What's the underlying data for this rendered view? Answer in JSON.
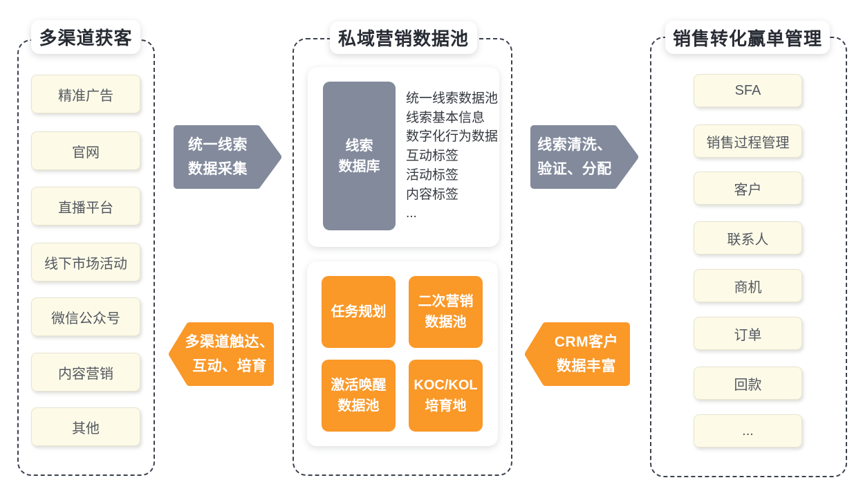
{
  "colors": {
    "background": "#ffffff",
    "dashed_border": "#3A404C",
    "cream_box_bg": "#FDFBE8",
    "arrow_gray": "#828A9C",
    "arrow_orange": "#FA9828",
    "lead_database_bg": "#828A9C",
    "pool_orange_bg": "#FA9828",
    "title_text": "#272B33",
    "item_text": "#53575F"
  },
  "panels": {
    "acquisition": {
      "title": "多渠道获客",
      "items": [
        "精准广告",
        "官网",
        "直播平台",
        "线下市场活动",
        "微信公众号",
        "内容营销",
        "其他"
      ]
    },
    "data_pool": {
      "title": "私域营销数据池",
      "lead_database": {
        "label_line1": "线索",
        "label_line2": "数据库",
        "fields": [
          "统一线索数据池",
          "线索基本信息",
          "数字化行为数据",
          "互动标签",
          "活动标签",
          "内容标签",
          "..."
        ]
      },
      "pools": [
        {
          "lines": [
            "任务规划",
            ""
          ]
        },
        {
          "lines": [
            "二次营销",
            "数据池"
          ]
        },
        {
          "lines": [
            "激活唤醒",
            "数据池"
          ]
        },
        {
          "lines": [
            "KOC/KOL",
            "培育地"
          ]
        }
      ]
    },
    "sales": {
      "title": "销售转化赢单管理",
      "items": [
        "SFA",
        "销售过程管理",
        "客户",
        "联系人",
        "商机",
        "订单",
        "回款",
        "..."
      ]
    }
  },
  "arrows": [
    {
      "id": "unified-lead-collection",
      "direction": "right",
      "color": "#828A9C",
      "lines": [
        "统一线索",
        "数据采集"
      ]
    },
    {
      "id": "lead-clean-verify-assign",
      "direction": "right",
      "color": "#828A9C",
      "lines": [
        "线索清洗、",
        "验证、分配"
      ]
    },
    {
      "id": "multichannel-reach-nurture",
      "direction": "left",
      "color": "#FA9828",
      "lines": [
        "多渠道触达、",
        "互动、培育"
      ]
    },
    {
      "id": "crm-data-enrichment",
      "direction": "left",
      "color": "#FA9828",
      "lines": [
        "CRM客户",
        "数据丰富"
      ]
    }
  ]
}
